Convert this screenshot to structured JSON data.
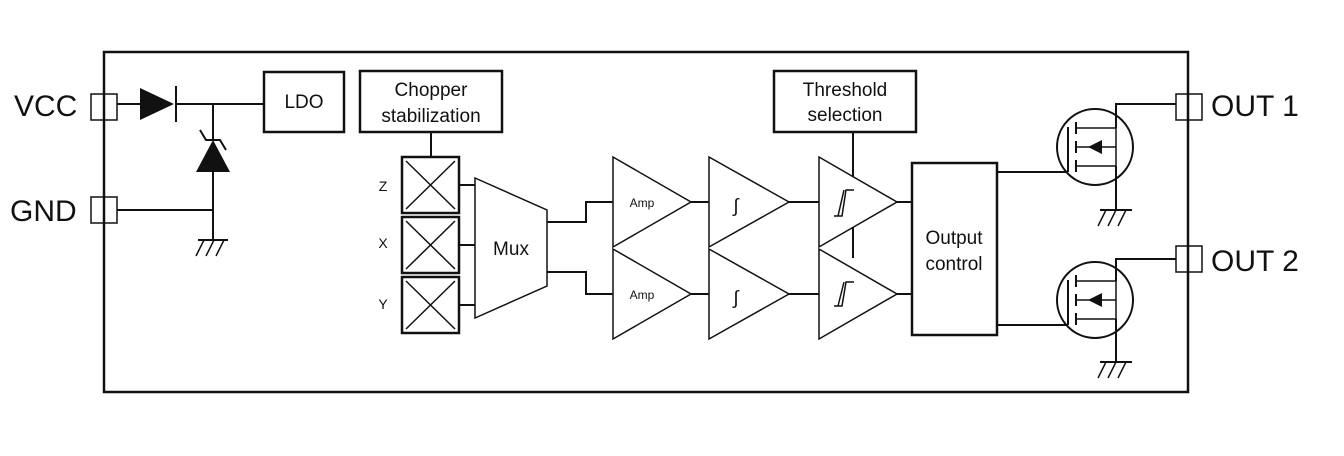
{
  "pins": {
    "vcc": "VCC",
    "gnd": "GND",
    "out1": "OUT 1",
    "out2": "OUT 2"
  },
  "blocks": {
    "ldo": "LDO",
    "chopper_line1": "Chopper",
    "chopper_line2": "stabilization",
    "threshold_line1": "Threshold",
    "threshold_line2": "selection",
    "mux": "Mux",
    "output_line1": "Output",
    "output_line2": "control"
  },
  "sensors": [
    "Z",
    "X",
    "Y"
  ],
  "amps": [
    "Amp",
    "Amp"
  ],
  "integrator_symbol": "∫"
}
